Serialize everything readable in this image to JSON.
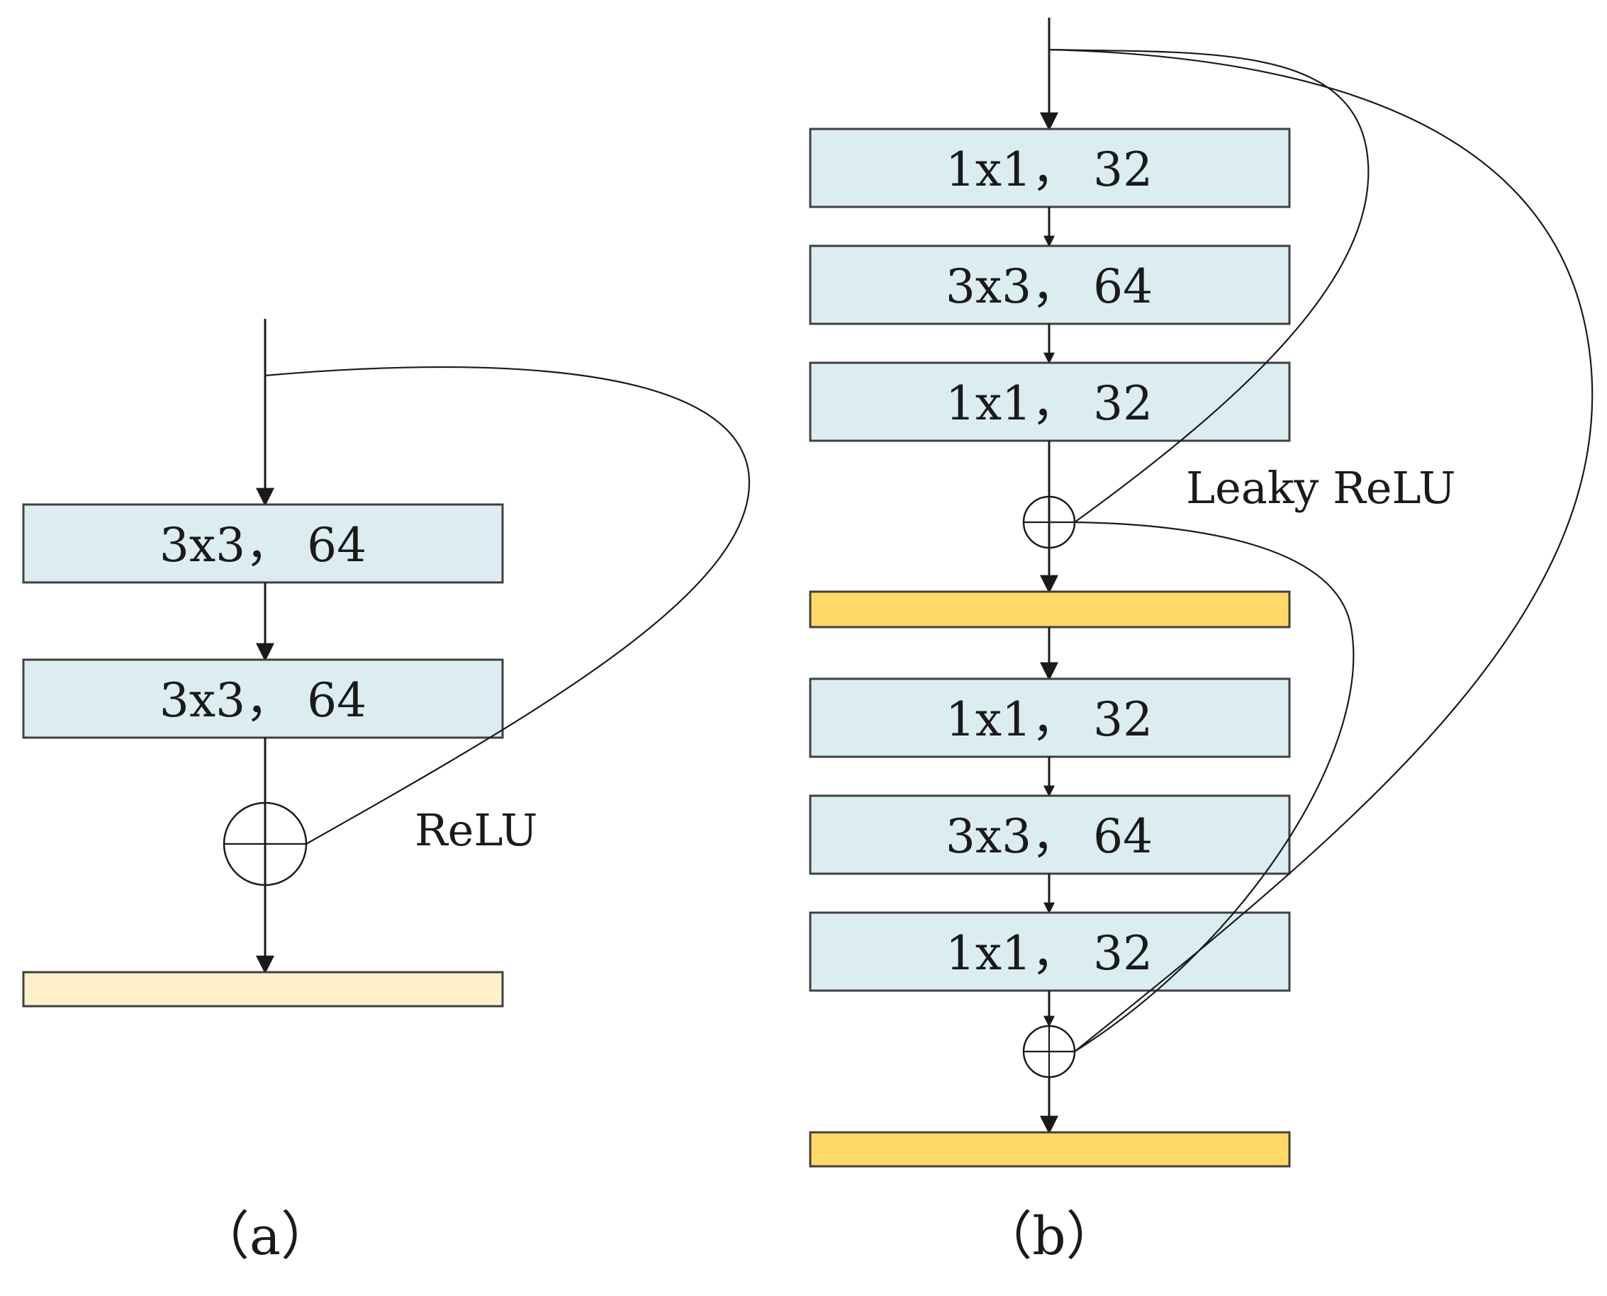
{
  "colors": {
    "conv_block": "#dcedf2",
    "output_a": "#fff0cc",
    "output_b": "#ffd966",
    "line": "#1a1a1a"
  },
  "panel_a": {
    "caption": "（a）",
    "activation": "ReLU",
    "layers": [
      "3x3， 64",
      "3x3， 64"
    ]
  },
  "panel_b": {
    "caption": "（b）",
    "activation": "Leaky ReLU",
    "layers": [
      "1x1， 32",
      "3x3， 64",
      "1x1， 32",
      "1x1， 32",
      "3x3， 64",
      "1x1， 32"
    ]
  },
  "icons": {
    "sum": "circled-plus-icon",
    "arrow": "arrow-down-icon"
  }
}
